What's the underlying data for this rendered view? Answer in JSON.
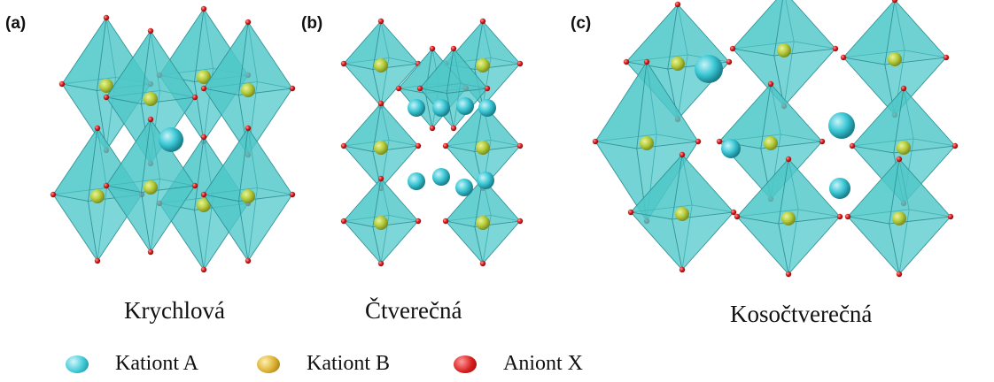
{
  "panels": [
    {
      "label": "(a)",
      "caption": "Krychlová"
    },
    {
      "label": "(b)",
      "caption": "Čtverečná"
    },
    {
      "label": "(c)",
      "caption": "Kosočtverečná"
    }
  ],
  "legend": [
    {
      "label": "Kationt A",
      "color": "#3cc8d6"
    },
    {
      "label": "Kationt B",
      "color": "#d9ad2a"
    },
    {
      "label": "Aniont X",
      "color": "#d81e1e"
    }
  ],
  "colors": {
    "octahedron_fill": "#4fc7c8",
    "octahedron_edge": "#2c8f93",
    "cation_a": "#3cc8d6",
    "cation_b": "#d9ad2a",
    "anion_x": "#d81e1e"
  }
}
